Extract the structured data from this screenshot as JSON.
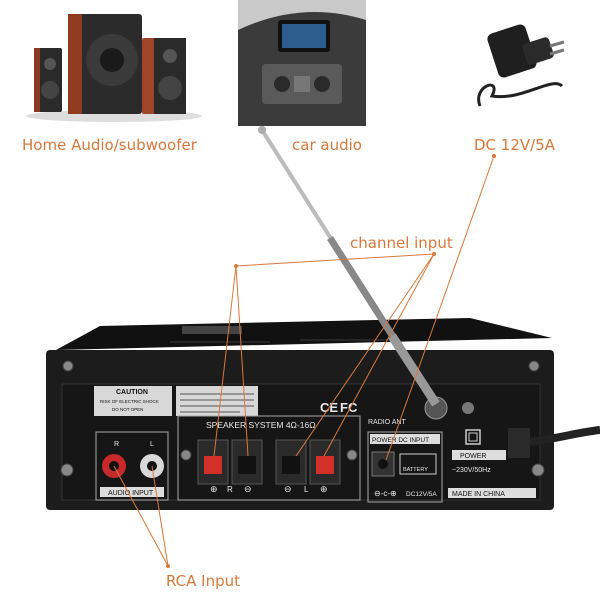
{
  "captions": {
    "home_audio": "Home Audio/subwoofer",
    "car_audio": "car audio",
    "dc_power": "DC 12V/5A",
    "channel_input": "channel input",
    "rca_input": "RCA Input"
  },
  "panel": {
    "caution_title": "CAUTION",
    "caution_text_1": "RISK OF ELECTRIC SHOCK",
    "caution_text_2": "DO NOT OPEN",
    "speaker_system": "SPEAKER SYSTEM 4Ω-16Ω",
    "rca_r": "R",
    "rca_l": "L",
    "audio_input": "AUDIO INPUT",
    "radio_ant": "RADIO ANT",
    "power_dc_input": "POWER DC INPUT",
    "battery": "BATTERY",
    "dc12v": "DC12V/5A",
    "power": "POWER",
    "power_rating": "~230V/50Hz",
    "made_in_china": "MADE IN CHINA",
    "ce_mark": "CE",
    "fc_mark": "FC",
    "term_r": "R",
    "term_l": "L"
  },
  "colors": {
    "annotation": "#d9783a",
    "chassis": "#1a1a1a",
    "terminal_red": "#d3302a"
  }
}
